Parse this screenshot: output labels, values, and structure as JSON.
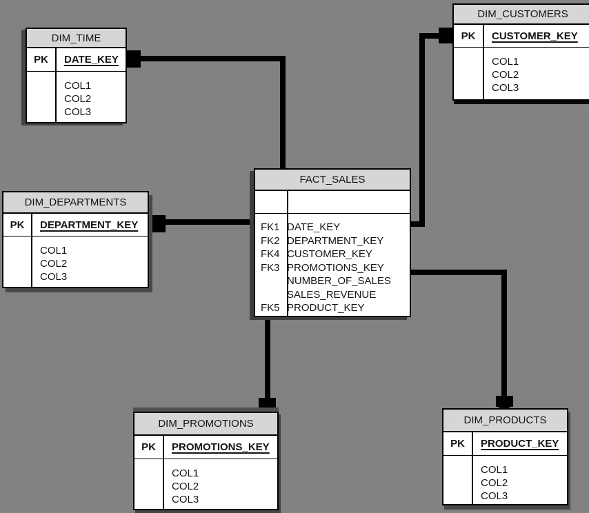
{
  "diagram": {
    "type": "star-schema-er-diagram",
    "colors": {
      "background": "#828282",
      "table_fill": "#ffffff",
      "header_fill": "#d6d6d6",
      "line_color": "#000000",
      "shadow_color": "#464646",
      "text_color": "#141414"
    }
  },
  "tables": {
    "dim_time": {
      "title": "DIM_TIME",
      "pk_label": "PK",
      "pk_field": "DATE_KEY",
      "columns": [
        "COL1",
        "COL2",
        "COL3"
      ]
    },
    "dim_customers": {
      "title": "DIM_CUSTOMERS",
      "pk_label": "PK",
      "pk_field": "CUSTOMER_KEY",
      "columns": [
        "COL1",
        "COL2",
        "COL3"
      ]
    },
    "fact_sales": {
      "title": "FACT_SALES",
      "pk_label": "",
      "pk_field": "",
      "rows": [
        {
          "key": "FK1",
          "name": "DATE_KEY"
        },
        {
          "key": "FK2",
          "name": "DEPARTMENT_KEY"
        },
        {
          "key": "FK4",
          "name": "CUSTOMER_KEY"
        },
        {
          "key": "FK3",
          "name": "PROMOTIONS_KEY"
        },
        {
          "key": "",
          "name": "NUMBER_OF_SALES"
        },
        {
          "key": "",
          "name": "SALES_REVENUE"
        },
        {
          "key": "FK5",
          "name": "PRODUCT_KEY"
        }
      ]
    },
    "dim_departments": {
      "title": "DIM_DEPARTMENTS",
      "pk_label": "PK",
      "pk_field": "DEPARTMENT_KEY",
      "columns": [
        "COL1",
        "COL2",
        "COL3"
      ]
    },
    "dim_promotions": {
      "title": "DIM_PROMOTIONS",
      "pk_label": "PK",
      "pk_field": "PROMOTIONS_KEY",
      "columns": [
        "COL1",
        "COL2",
        "COL3"
      ]
    },
    "dim_products": {
      "title": "DIM_PRODUCTS",
      "pk_label": "PK",
      "pk_field": "PRODUCT_KEY",
      "columns": [
        "COL1",
        "COL2",
        "COL3"
      ]
    }
  },
  "relationships": [
    {
      "from": "FACT_SALES",
      "to": "DIM_TIME"
    },
    {
      "from": "FACT_SALES",
      "to": "DIM_DEPARTMENTS"
    },
    {
      "from": "FACT_SALES",
      "to": "DIM_CUSTOMERS"
    },
    {
      "from": "FACT_SALES",
      "to": "DIM_PRODUCTS"
    },
    {
      "from": "FACT_SALES",
      "to": "DIM_PROMOTIONS"
    }
  ]
}
